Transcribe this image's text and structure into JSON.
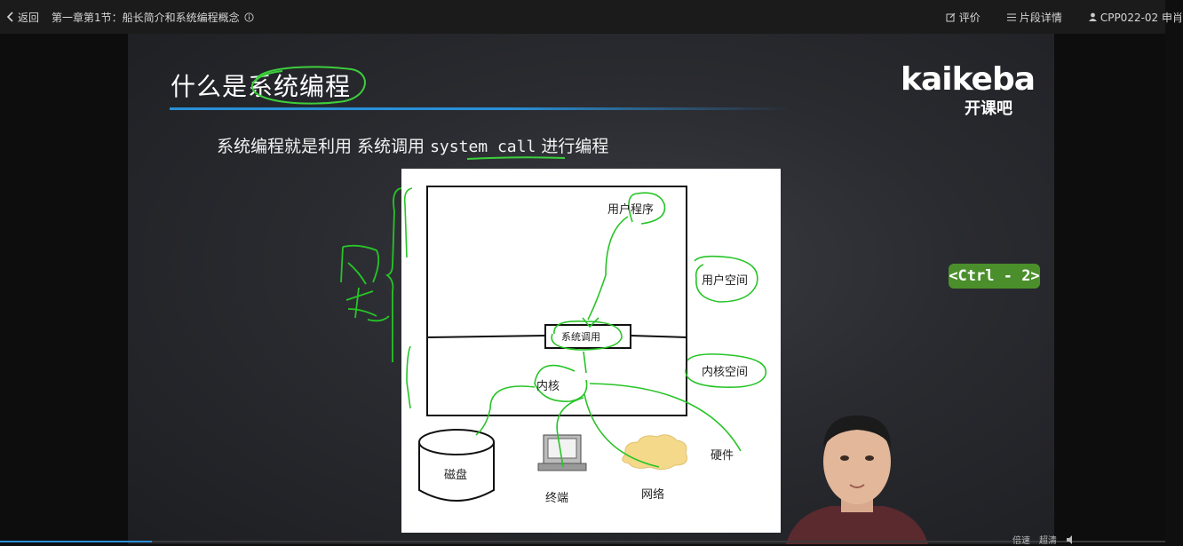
{
  "topbar": {
    "back_label": "返回",
    "lesson_title": "第一章第1节：船长简介和系统编程概念",
    "review_label": "评价",
    "segment_label": "片段详情",
    "user_label": "CPP022-02 申肖"
  },
  "slide": {
    "title": "什么是系统编程",
    "subtitle_prefix": "系统编程就是利用 系统调用 ",
    "subtitle_code": "system call",
    "subtitle_suffix": " 进行编程",
    "logo_en": "kaikeba",
    "logo_cn": "开课吧",
    "shortcut_badge": "<Ctrl - 2>"
  },
  "diagram": {
    "user_program": "用户程序",
    "user_space": "用户空间",
    "syscall": "系统调用",
    "kernel_space": "内核空间",
    "kernel": "内核",
    "disk": "磁盘",
    "terminal": "终端",
    "network": "网络",
    "hardware": "硬件"
  },
  "player": {
    "progress": 0.13,
    "speed_label": "倍速",
    "quality_label": "超清"
  }
}
